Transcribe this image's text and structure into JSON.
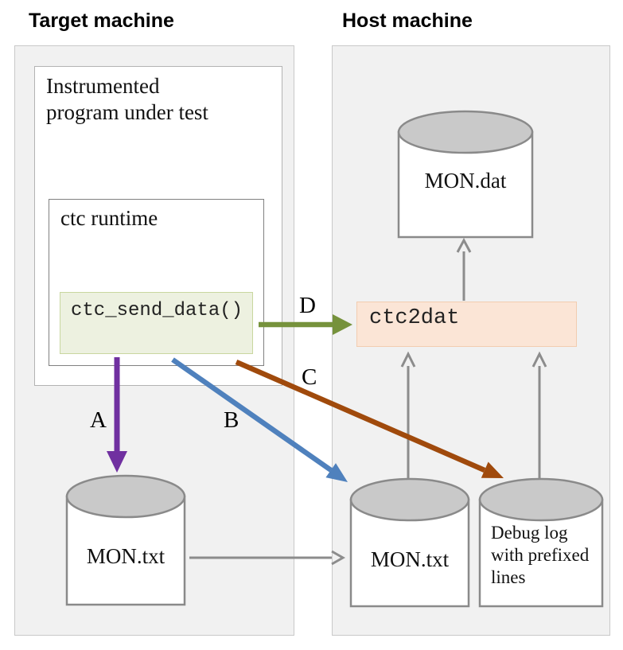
{
  "colors": {
    "machine-bg": "#f1f1f1",
    "machine-border": "#c9c9c9",
    "inner-box-border": "#b3b3b3",
    "runtime-box-border": "#808080",
    "green-box-bg": "#edf1e0",
    "green-box-border": "#c9d79f",
    "peach-box-bg": "#fbe5d6",
    "peach-box-border": "#f2cdb0",
    "cylinder-top": "#c9c9c9",
    "cylinder-border": "#8a8a8a",
    "arrow-a": "#7030a0",
    "arrow-b": "#4f81bd",
    "arrow-c": "#a04a0c",
    "arrow-d": "#76923c",
    "arrow-gray": "#8c8c8c"
  },
  "target_machine": {
    "title": "Target machine",
    "instrumented_program_label": "Instrumented\nprogram under test",
    "ctc_runtime_label": "ctc runtime",
    "ctc_send_data_label": "ctc_send_data()",
    "mon_txt_label": "MON.txt"
  },
  "host_machine": {
    "title": "Host machine",
    "mon_dat_label": "MON.dat",
    "ctc2dat_label": "ctc2dat",
    "mon_txt_label": "MON.txt",
    "debug_log_label": "Debug log\nwith prefixed\nlines"
  },
  "arrow_labels": {
    "a": "A",
    "b": "B",
    "c": "C",
    "d": "D"
  }
}
